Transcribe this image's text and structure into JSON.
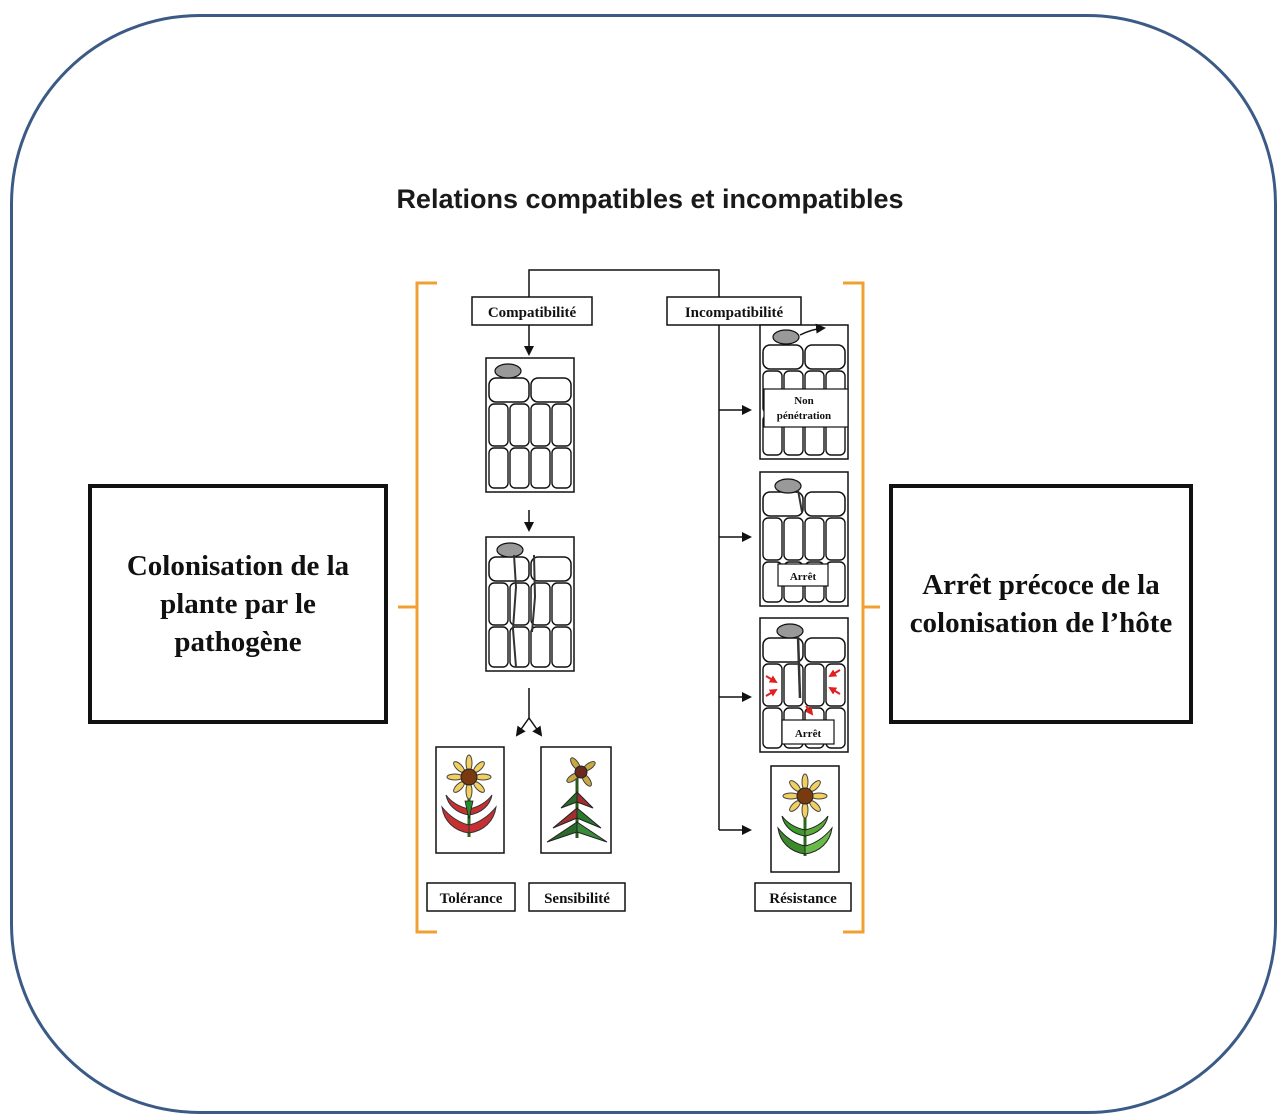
{
  "title": "Relations compatibles et incompatibles",
  "left_box": {
    "text": "Colonisation de la plante par le pathogène"
  },
  "right_box": {
    "text": "Arrêt précoce de la colonisation de l’hôte"
  },
  "branches": {
    "compatible": "Compatibilité",
    "incompatible": "Incompatibilité"
  },
  "panel_labels": {
    "non_penetration_1": "Non",
    "non_penetration_2": "pénétration",
    "arret_1": "Arrêt",
    "arret_2": "Arrêt"
  },
  "outcomes": {
    "tolerance": "Tolérance",
    "sensibilite": "Sensibilité",
    "resistance": "Résistance"
  },
  "colors": {
    "frame": "#3c5a86",
    "bracket": "#f0a030",
    "arrow_red": "#e02020"
  }
}
